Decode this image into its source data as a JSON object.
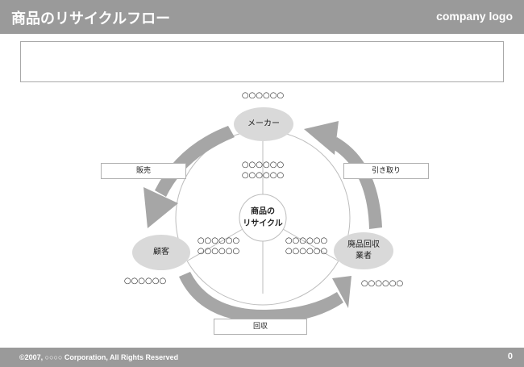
{
  "header": {
    "title": "商品のリサイクルフロー",
    "logo": "company logo"
  },
  "text_box": {
    "text": ""
  },
  "diagram": {
    "center_label": "商品の\nリサイクル",
    "nodes": {
      "maker": "メーカー",
      "customer": "顧客",
      "recycler": "廃品回収\n業者"
    },
    "node_captions": {
      "maker": "○○○○○○",
      "customer": "○○○○○○",
      "recycler": "○○○○○○"
    },
    "segment_texts": {
      "top": "○○○○○○\n○○○○○○",
      "left": "○○○○○○\n○○○○○○",
      "right": "○○○○○○\n○○○○○○"
    },
    "arrow_labels": {
      "sales": "販売",
      "take_back": "引き取り",
      "collection": "回収"
    }
  },
  "footer": {
    "copyright": "©2007, ○○○○ Corporation, All Rights Reserved",
    "page": "0"
  }
}
